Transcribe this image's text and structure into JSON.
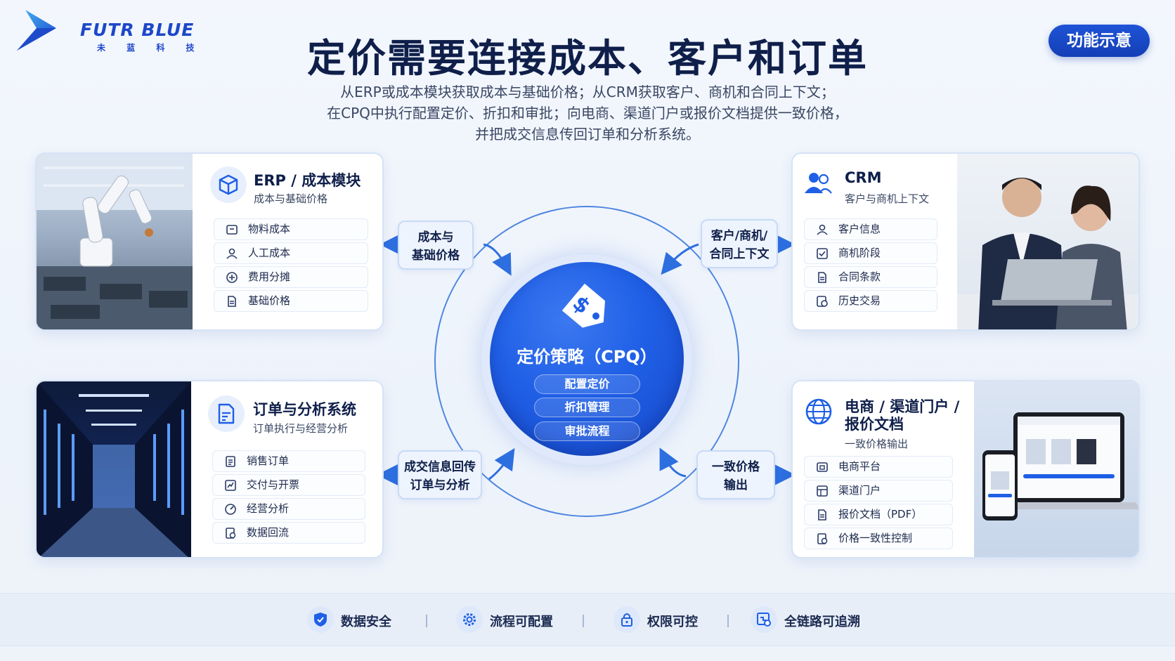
{
  "logo": {
    "name": "FUTR BLUE",
    "subtitle": "未 蓝 科 技"
  },
  "badge": "功能示意",
  "title": "定价需要连接成本、客户和订单",
  "subtitle_lines": [
    "从ERP或成本模块获取成本与基础价格；从CRM获取客户、商机和合同上下文；",
    "在CPQ中执行配置定价、折扣和审批；向电商、渠道门户或报价文档提供一致价格，",
    "并把成交信息传回订单和分析系统。"
  ],
  "center": {
    "title": "定价策略（CPQ）",
    "pills": [
      "配置定价",
      "折扣管理",
      "审批流程"
    ]
  },
  "flows": {
    "top_left": [
      "成本与",
      "基础价格"
    ],
    "top_right": [
      "客户/商机/",
      "合同上下文"
    ],
    "bottom_left": [
      "成交信息回传",
      "订单与分析"
    ],
    "bottom_right": [
      "一致价格",
      "输出"
    ]
  },
  "cards": {
    "erp": {
      "title": "ERP / 成本模块",
      "subtitle": "成本与基础价格",
      "items": [
        "物料成本",
        "人工成本",
        "费用分摊",
        "基础价格"
      ]
    },
    "crm": {
      "title": "CRM",
      "subtitle": "客户与商机上下文",
      "items": [
        "客户信息",
        "商机阶段",
        "合同条款",
        "历史交易"
      ]
    },
    "orders": {
      "title": "订单与分析系统",
      "subtitle": "订单执行与经营分析",
      "items": [
        "销售订单",
        "交付与开票",
        "经营分析",
        "数据回流"
      ]
    },
    "ecommerce": {
      "title_lines": [
        "电商 / 渠道门户 /",
        "报价文档"
      ],
      "subtitle": "一致价格输出",
      "items": [
        "电商平台",
        "渠道门户",
        "报价文档（PDF）",
        "价格一致性控制"
      ]
    }
  },
  "footer": [
    "数据安全",
    "流程可配置",
    "权限可控",
    "全链路可追溯"
  ],
  "colors": {
    "primary": "#1f5fe6",
    "dark_blue": "#133fb6",
    "navy_text": "#0f1f4a",
    "ring": "#4f86e0"
  }
}
